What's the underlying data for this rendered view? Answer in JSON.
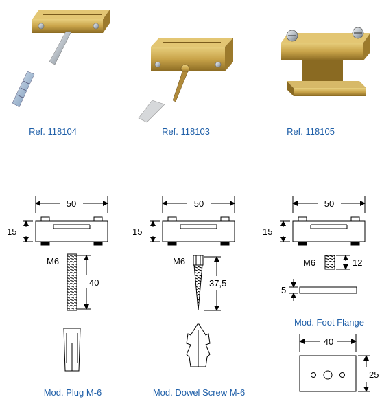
{
  "products": [
    {
      "ref": "Ref. 118104"
    },
    {
      "ref": "Ref. 118103"
    },
    {
      "ref": "Ref. 118105"
    }
  ],
  "drawings": {
    "width_dim": "50",
    "height_dim": "15",
    "plug": {
      "thread": "M6",
      "length": "40",
      "caption": "Mod. Plug M-6"
    },
    "dowel": {
      "thread": "M6",
      "length": "37,5",
      "caption": "Mod. Dowel Screw M-6"
    },
    "flange": {
      "thread": "M6",
      "screw_len": "12",
      "plate_thk": "5",
      "caption": "Mod. Foot Flange",
      "plate_w": "40",
      "plate_h": "25"
    }
  },
  "colors": {
    "caption": "#1f5fa8",
    "brass": "#c9a44a",
    "brass_dark": "#8a6a22",
    "steel": "#b8bec4"
  }
}
